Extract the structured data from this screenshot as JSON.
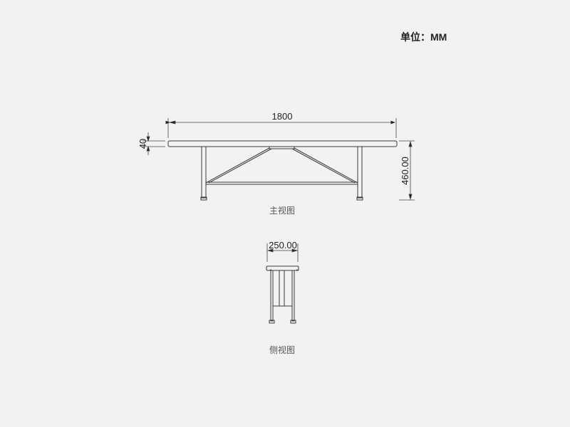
{
  "unit_label": "单位：MM",
  "front_view": {
    "caption": "主视图",
    "length_dim": "1800",
    "thickness_dim": "40",
    "height_dim": "460.00"
  },
  "side_view": {
    "caption": "侧视图",
    "width_dim": "250.00"
  },
  "colors": {
    "background": "#f2f2f2",
    "line": "#3a3a3a"
  }
}
